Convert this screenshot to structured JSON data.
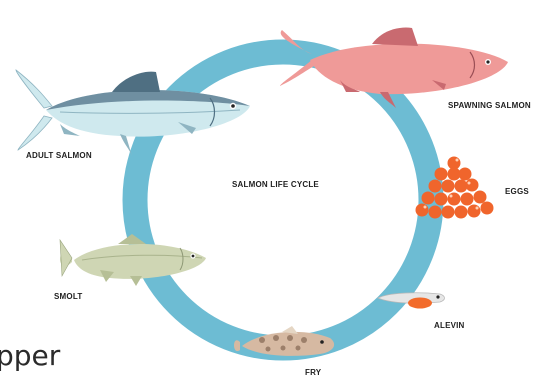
{
  "title": "SALMON LIFE CYCLE",
  "stages": [
    {
      "key": "spawning",
      "label": "SPAWNING SALMON"
    },
    {
      "key": "eggs",
      "label": "EGGS"
    },
    {
      "key": "alevin",
      "label": "ALEVIN"
    },
    {
      "key": "fry",
      "label": "FRY"
    },
    {
      "key": "smolt",
      "label": "SMOLT"
    },
    {
      "key": "adult",
      "label": "ADULT SALMON"
    }
  ],
  "cutoff_text": "pper",
  "colors": {
    "ring": "#6dbcd3",
    "spawning_body": "#ef9a98",
    "spawning_fin": "#c96a70",
    "adult_back": "#6f8fa1",
    "adult_belly": "#cfe9ee",
    "eggs": "#f0652c",
    "smolt_body": "#cfd6b4",
    "fry_body": "#d6b9a2",
    "alevin_sac": "#f26b2b"
  },
  "icons": [
    "spawning-salmon-icon",
    "egg-cluster-icon",
    "alevin-icon",
    "fry-icon",
    "smolt-icon",
    "adult-salmon-icon"
  ]
}
